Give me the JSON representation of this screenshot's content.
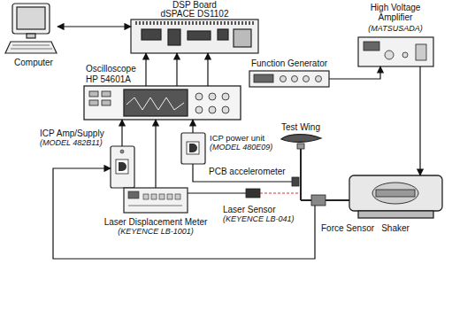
{
  "diagram": {
    "nodes": [
      {
        "text": [
          "Computer"
        ]
      },
      {
        "text": [
          "DSP Board",
          "dSPACE DS1102"
        ]
      },
      {
        "text": [
          "High Voltage Amplifier",
          "(MATSUSADA)"
        ]
      },
      {
        "text": [
          "Function Generator"
        ]
      },
      {
        "text": [
          "Oscilloscope",
          "HP 54601A"
        ]
      },
      {
        "text": [
          "Test Wing"
        ]
      },
      {
        "text": [
          "ICP Amp/Supply",
          "(MODEL 482B11)"
        ]
      },
      {
        "text": [
          "ICP power unit",
          "(MODEL 480E09)"
        ]
      },
      {
        "text": [
          "PCB accelerometer"
        ]
      },
      {
        "text": [
          "Laser Displacement Meter",
          "(KEYENCE LB-1001)"
        ]
      },
      {
        "text": [
          "Laser Sensor",
          "(KEYENCE LB-041)"
        ]
      },
      {
        "text": [
          "Force Sensor"
        ]
      },
      {
        "text": [
          "Shaker"
        ]
      }
    ],
    "edges": [
      {
        "from": 0,
        "to": 1,
        "arrow": "both"
      },
      {
        "from": 4,
        "to": 1,
        "arrow": "to"
      },
      {
        "from": 4,
        "to": 1,
        "arrow": "to"
      },
      {
        "from": 4,
        "to": 1,
        "arrow": "to"
      },
      {
        "from": 6,
        "to": 4,
        "arrow": "to"
      },
      {
        "from": 9,
        "to": 4,
        "arrow": "to"
      },
      {
        "from": 7,
        "to": 4,
        "arrow": "to"
      },
      {
        "from": 3,
        "to": 2,
        "arrow": "to"
      },
      {
        "from": 2,
        "to": 12,
        "arrow": "to"
      },
      {
        "from": 11,
        "to": 6,
        "arrow": "to"
      },
      {
        "from": 8,
        "to": 7,
        "arrow": "none"
      },
      {
        "from": 10,
        "to": 9,
        "arrow": "none"
      }
    ]
  }
}
